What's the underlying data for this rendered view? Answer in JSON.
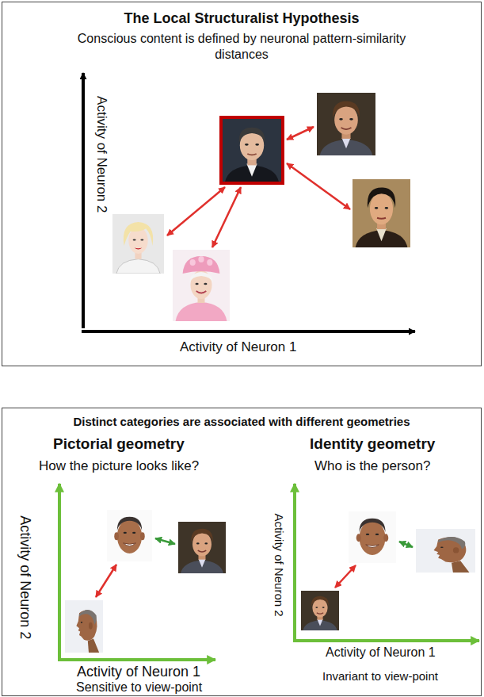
{
  "diagram": {
    "nodes": [
      {
        "text": [
          "The Local Structuralist Hypothesis",
          "Conscious content is defined by neuronal pattern-similarity distances"
        ]
      },
      {
        "text": [
          "Distinct categories are associated with different geometries"
        ]
      }
    ],
    "labels": [
      "Activity of Neuron 2",
      "Activity of Neuron 1",
      "Pictorial geometry",
      "How the picture looks like?",
      "Activity of Neuron 2",
      "Activity of Neuron 1",
      "Sensitive to view-point",
      "Identity geometry",
      "Who is the person?",
      "Activity of Neuron 2",
      "Activity of Neuron 1",
      "Invariant to view-point"
    ]
  }
}
